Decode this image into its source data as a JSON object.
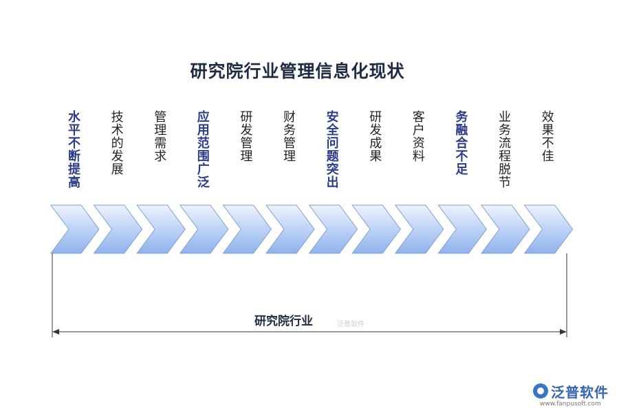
{
  "title": "研究院行业管理信息化现状",
  "stages": [
    {
      "label": "水平不断提高",
      "highlight": true
    },
    {
      "label": "技术的发展",
      "highlight": false
    },
    {
      "label": "管理需求",
      "highlight": false
    },
    {
      "label": "应用范围广泛",
      "highlight": true
    },
    {
      "label": "研发管理",
      "highlight": false
    },
    {
      "label": "财务管理",
      "highlight": false
    },
    {
      "label": "安全问题突出",
      "highlight": true
    },
    {
      "label": "研发成果",
      "highlight": false
    },
    {
      "label": "客户资料",
      "highlight": false
    },
    {
      "label": "务融合不足",
      "highlight": true
    },
    {
      "label": "业务流程脱节",
      "highlight": false
    },
    {
      "label": "效果不佳",
      "highlight": false
    }
  ],
  "span_label": "研究院行业",
  "watermark": "泛普软件",
  "logo": {
    "name": "泛普软件",
    "url": "www.fanpusoft.com"
  },
  "colors": {
    "chevron_top": "#eef3ff",
    "chevron_bottom": "#8fb2ec",
    "chevron_stroke": "#7d9fd6",
    "highlight_text": "#2b3b8a"
  }
}
